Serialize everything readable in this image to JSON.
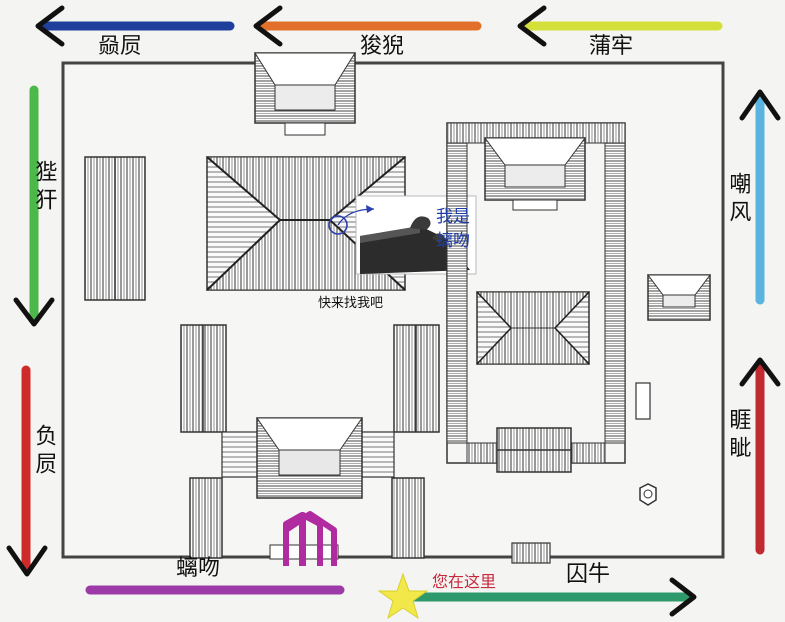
{
  "labels": {
    "top_left": "赑屃",
    "top_mid": "狻猊",
    "top_right": "蒲牢",
    "left_upper": "狴犴",
    "left_lower": "负屃",
    "right_upper": "嘲风",
    "right_lower": "睚眦",
    "bottom_left": "螭吻",
    "bottom_right": "囚牛",
    "you_are_here": "您在这里",
    "callout_line1": "我是",
    "callout_line2": "螭吻",
    "find_me": "快来找我吧"
  },
  "colors": {
    "top_left_arrow": "#1f3f9c",
    "top_mid_arrow": "#e2702a",
    "top_right_arrow": "#d4df3a",
    "left_upper_arrow": "#4cb84a",
    "left_lower_arrow": "#cf2a2a",
    "right_upper_arrow": "#5ab4e0",
    "right_lower_arrow": "#c22a32",
    "bottom_left_arrow": "#9c3aa8",
    "bottom_right_arrow": "#2e9a6c",
    "up_arrow": "#b02aa0",
    "star": "#f2e84a",
    "callout_text": "#1e3fa8",
    "here_text": "#c8283c"
  },
  "icons": {
    "star": "star-icon",
    "up_arrow": "double-up-arrow-icon",
    "location": "circle-marker-icon"
  }
}
